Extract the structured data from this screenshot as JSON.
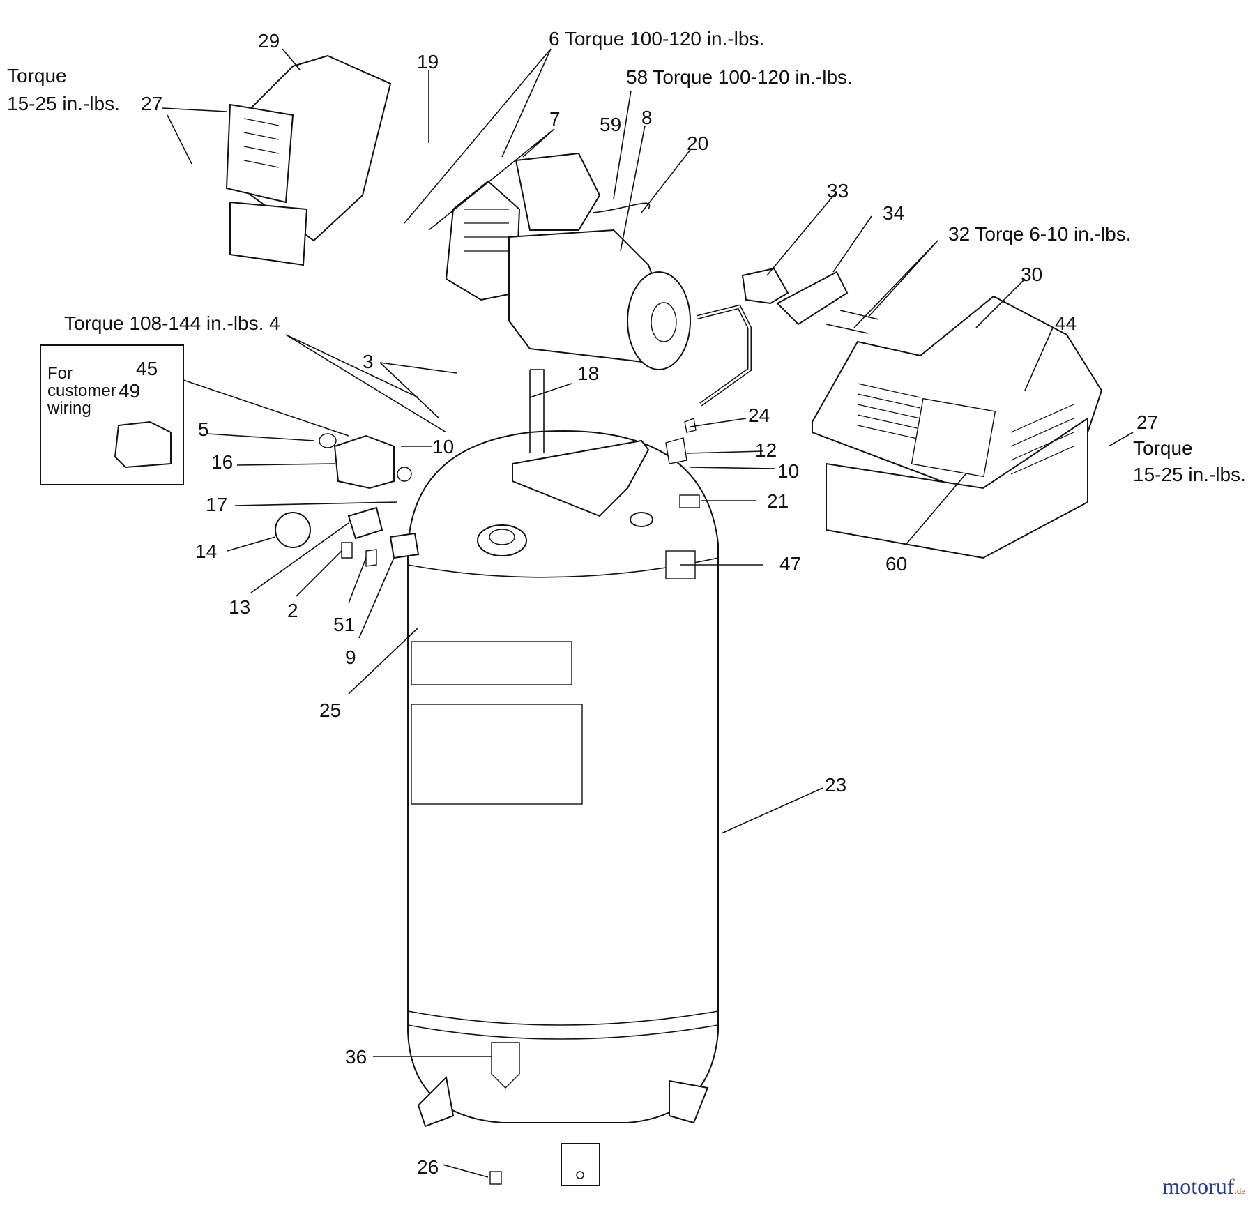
{
  "diagram": {
    "callouts": {
      "c2": "2",
      "c3": "3",
      "c4": "Torque 108-144 in.-lbs. 4",
      "c5": "5",
      "c6": "6 Torque 100-120 in.-lbs.",
      "c7": "7",
      "c8": "8",
      "c9": "9",
      "c10a": "10",
      "c10b": "10",
      "c12": "12",
      "c13": "13",
      "c14": "14",
      "c16": "16",
      "c17": "17",
      "c18": "18",
      "c19": "19",
      "c20": "20",
      "c21": "21",
      "c23": "23",
      "c24": "24",
      "c25": "25",
      "c26": "26",
      "c27a": "27",
      "c27b": "27",
      "c29": "29",
      "c30": "30",
      "c32": "32 Torqe 6-10 in.-lbs.",
      "c33": "33",
      "c34": "34",
      "c36": "36",
      "c44": "44",
      "c45": "45",
      "c47": "47",
      "c49": "49",
      "c51": "51",
      "c58": "58 Torque 100-120 in.-lbs.",
      "c59": "59",
      "c60": "60"
    },
    "notes": {
      "torque_left_1": "Torque",
      "torque_left_2": "15-25 in.-lbs.",
      "torque_right_1": "Torque",
      "torque_right_2": "15-25 in.-lbs.",
      "wiring_1": "For",
      "wiring_2": "customer",
      "wiring_3": "wiring"
    }
  },
  "watermark": {
    "main": "motoruf",
    "tld": ".de"
  },
  "colors": {
    "line": "#111111",
    "watermark": "#2a3a8a"
  }
}
